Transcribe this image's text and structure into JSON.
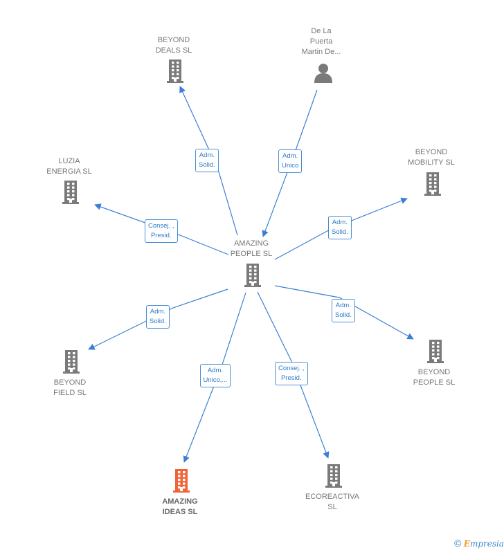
{
  "diagram": {
    "colors": {
      "edge": "#3a7fd5",
      "building": "#7a7a7a",
      "highlight": "#f0643a"
    },
    "center": {
      "id": "amazing_people",
      "label": "AMAZING\nPEOPLE  SL",
      "icon": "building-icon"
    },
    "nodes": [
      {
        "id": "beyond_deals",
        "label": "BEYOND\nDEALS  SL",
        "icon": "building-icon",
        "highlight": false
      },
      {
        "id": "de_la_puerta",
        "label": "De La\nPuerta\nMartin De...",
        "icon": "person-icon",
        "highlight": false
      },
      {
        "id": "luzia_energia",
        "label": "LUZIA\nENERGIA  SL",
        "icon": "building-icon",
        "highlight": false
      },
      {
        "id": "beyond_mobility",
        "label": "BEYOND\nMOBILITY SL",
        "icon": "building-icon",
        "highlight": false
      },
      {
        "id": "beyond_field",
        "label": "BEYOND\nFIELD  SL",
        "icon": "building-icon",
        "highlight": false
      },
      {
        "id": "beyond_people",
        "label": "BEYOND\nPEOPLE SL",
        "icon": "building-icon",
        "highlight": false
      },
      {
        "id": "amazing_ideas",
        "label": "AMAZING\nIDEAS  SL",
        "icon": "building-icon",
        "highlight": true
      },
      {
        "id": "ecoreactiva",
        "label": "ECOREACTIVA\nSL",
        "icon": "building-icon",
        "highlight": false
      }
    ],
    "edges": [
      {
        "from": "amazing_people",
        "to": "beyond_deals",
        "label": "Adm.\nSolid."
      },
      {
        "from": "de_la_puerta",
        "to": "amazing_people",
        "label": "Adm.\nUnico"
      },
      {
        "from": "amazing_people",
        "to": "luzia_energia",
        "label": "Consej. ,\nPresid."
      },
      {
        "from": "amazing_people",
        "to": "beyond_mobility",
        "label": "Adm.\nSolid."
      },
      {
        "from": "amazing_people",
        "to": "beyond_field",
        "label": "Adm.\nSolid."
      },
      {
        "from": "amazing_people",
        "to": "beyond_people",
        "label": "Adm.\nSolid."
      },
      {
        "from": "amazing_people",
        "to": "amazing_ideas",
        "label": "Adm.\nUnico,..."
      },
      {
        "from": "amazing_people",
        "to": "ecoreactiva",
        "label": "Consej. ,\nPresid."
      }
    ]
  },
  "footer": {
    "copyright": "©",
    "brand_initial": "E",
    "brand_rest": "mpresia"
  }
}
